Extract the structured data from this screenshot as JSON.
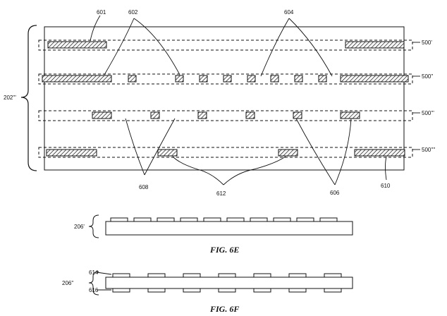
{
  "figures": {
    "e": {
      "caption": "FIG. 6E"
    },
    "f": {
      "caption": "FIG. 6F"
    }
  },
  "labels": {
    "ref_601": "601",
    "ref_602": "602",
    "ref_604": "604",
    "ref_606": "606",
    "ref_608": "608",
    "ref_610": "610",
    "ref_612": "612",
    "ref_614": "614",
    "ref_616": "616",
    "ref_202": "202'''",
    "ref_206p": "206'",
    "ref_206pp": "206''",
    "ref_500_1": "500'",
    "ref_500_2": "500''",
    "ref_500_3": "500'''",
    "ref_500_4": "500''''"
  }
}
